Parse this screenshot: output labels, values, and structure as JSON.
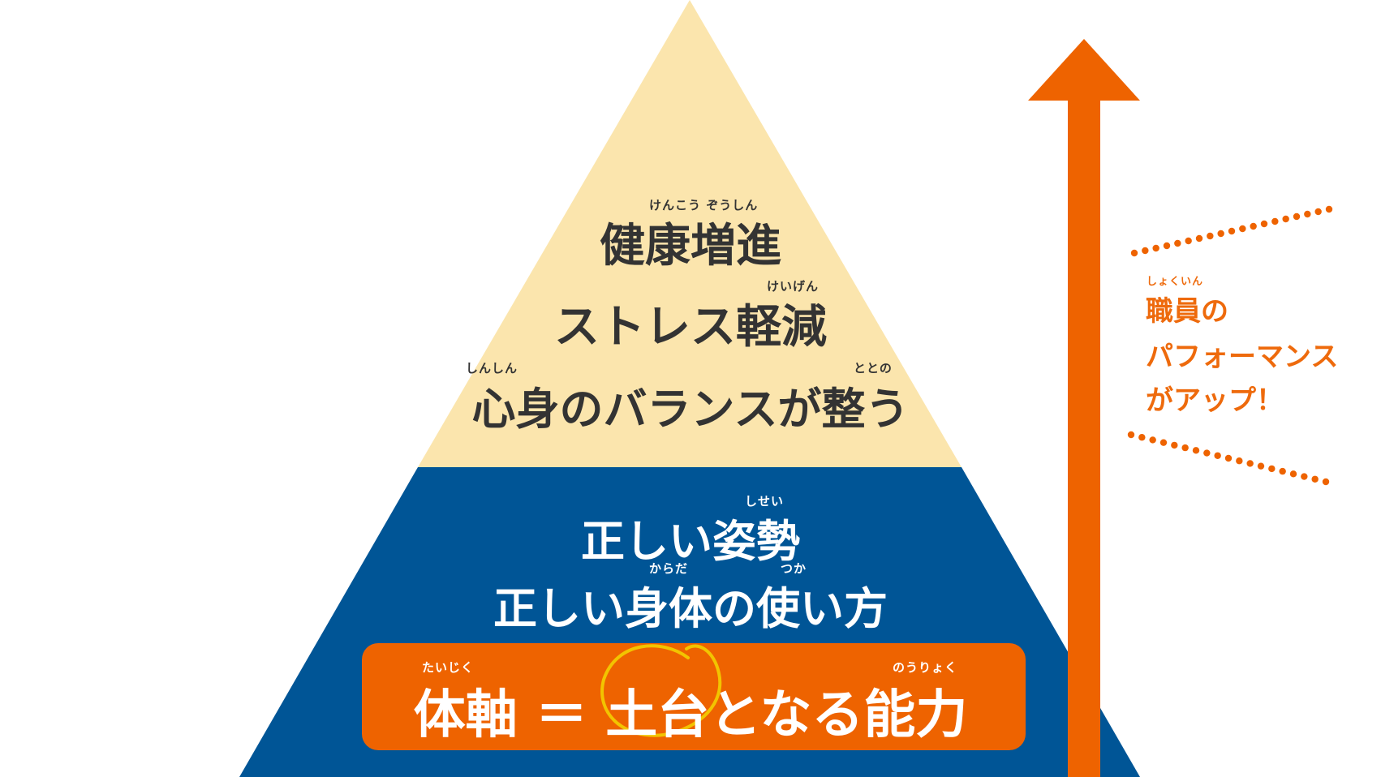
{
  "colors": {
    "top_fill": "#fbe5ad",
    "base_fill": "#005596",
    "accent": "#ee6300",
    "circle": "#f2c400",
    "dark_text": "#333333"
  },
  "pyramid_top": {
    "line1": {
      "ruby": "けんこう ぞうしん",
      "text": "健康増進"
    },
    "line2": {
      "ruby": "けいげん",
      "text": "ストレス軽減"
    },
    "line3": {
      "ruby_left": "しんしん",
      "ruby_right": "ととの",
      "text": "心身のバランスが整う"
    }
  },
  "pyramid_base": {
    "line1": {
      "ruby": "しせい",
      "text": "正しい姿勢"
    },
    "line2": {
      "ruby_left": "からだ",
      "ruby_right": "つか",
      "text": "正しい身体の使い方"
    }
  },
  "highlight_box": {
    "ruby_left": "たいじく",
    "ruby_right": "のうりょく",
    "text": "体軸 ＝ 土台となる能力",
    "circled": "土台"
  },
  "side_note": {
    "ruby": "しょくいん",
    "line1": "職員の",
    "line2": "パフォーマンス",
    "line3": "がアップ！"
  }
}
